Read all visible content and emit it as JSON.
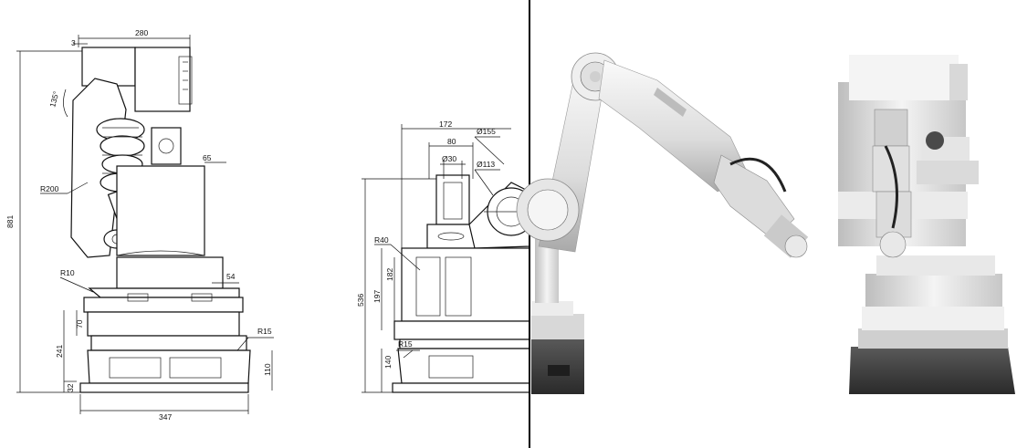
{
  "figure": {
    "left_view_labels": {
      "d_280": "280",
      "d_3": "3",
      "d_135": "135°",
      "d_881": "881",
      "d_65": "65",
      "r_200": "R200",
      "r_10": "R10",
      "d_54": "54",
      "r_15": "R15",
      "d_70": "70",
      "d_241": "241",
      "d_110": "110",
      "d_32": "32",
      "d_347": "347"
    },
    "middle_view_labels": {
      "d_172": "172",
      "d_155": "Ø155",
      "d_80": "80",
      "d_30": "Ø30",
      "d_113": "Ø113",
      "r_40": "R40",
      "d_182": "182",
      "d_197": "197",
      "d_536": "536",
      "r_15": "R15",
      "d_140": "140"
    }
  },
  "colors": {
    "line": "#111111",
    "metal_light": "#e6e6e6",
    "metal_mid": "#c9c9c9",
    "metal_dark": "#4a4a4a",
    "base_dark": "#2f2f2f"
  }
}
